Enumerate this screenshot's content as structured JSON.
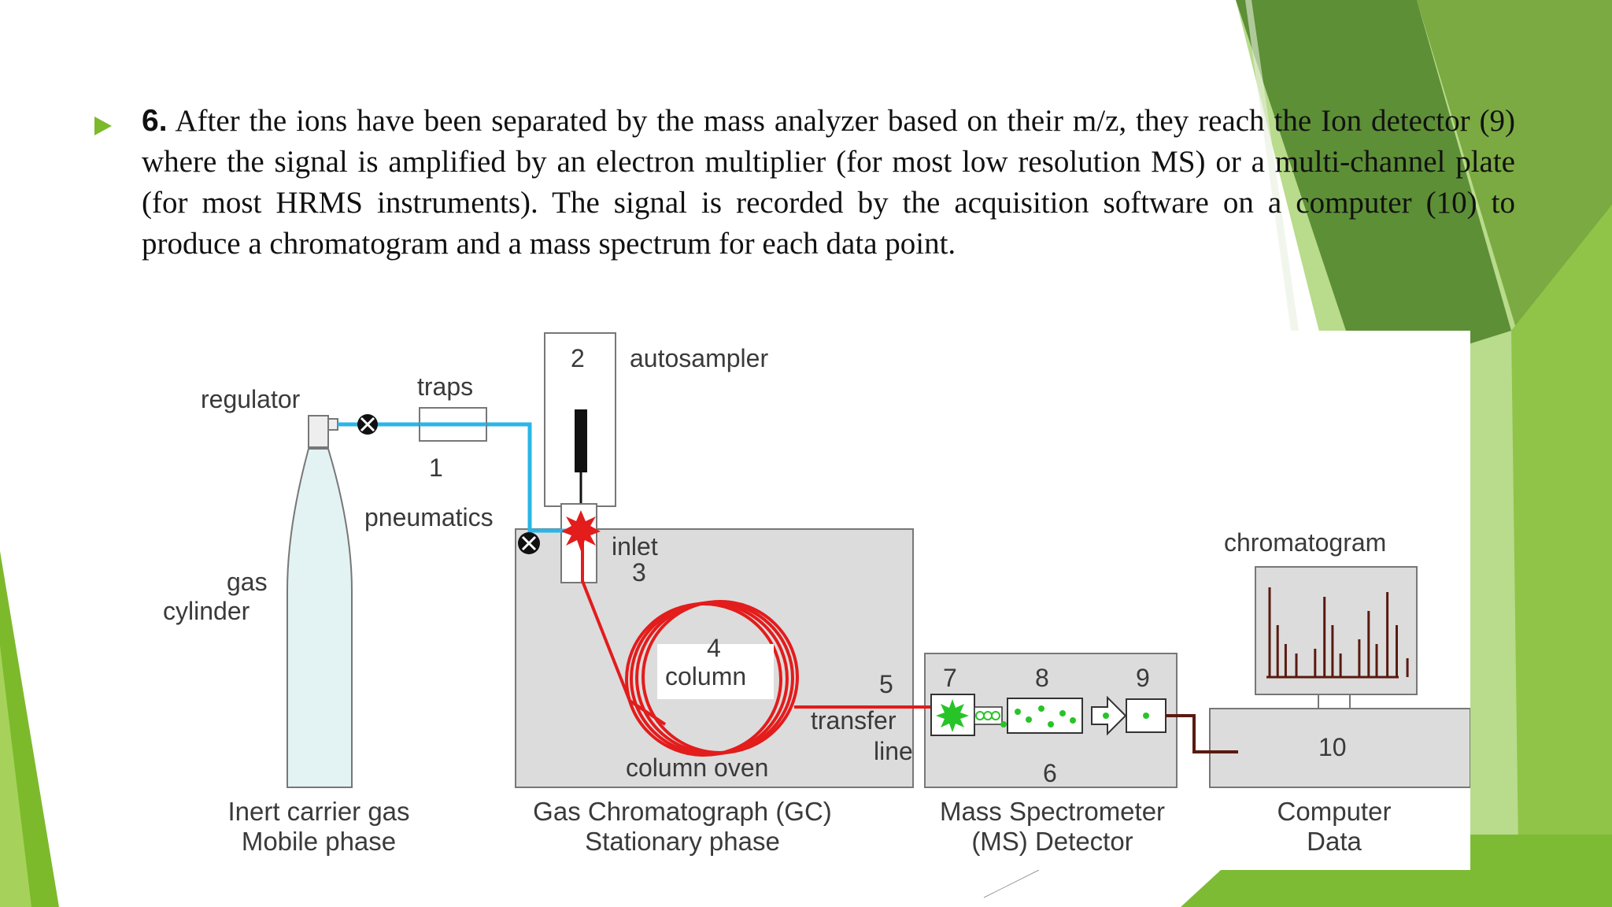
{
  "slide": {
    "bullet_number": "6.",
    "text": "After the ions have been separated by the mass analyzer based on their m/z, they reach the Ion detector (9) where the signal is amplified by an electron multiplier (for most low resolution MS) or a multi-channel plate (for most HRMS instruments). The signal is recorded by the acquisition software on a computer (10) to produce a chromatogram and a mass spectrum for each data point.",
    "accent_color": "#7cba2c"
  },
  "diagram": {
    "labels": {
      "regulator": "regulator",
      "traps": "traps",
      "num_1": "1",
      "pneumatics": "pneumatics",
      "gas": "gas",
      "cylinder": "cylinder",
      "num_2": "2",
      "autosampler": "autosampler",
      "inlet": "inlet",
      "num_3": "3",
      "num_4": "4",
      "column": "column",
      "num_5": "5",
      "transfer": "transfer",
      "line": "line",
      "column_oven": "column oven",
      "num_7": "7",
      "num_8": "8",
      "num_9": "9",
      "num_6": "6",
      "chromatogram": "chromatogram",
      "num_10": "10"
    },
    "captions": {
      "carrier_line1": "Inert carrier gas",
      "carrier_line2": "Mobile phase",
      "gc_line1": "Gas Chromatograph (GC)",
      "gc_line2": "Stationary phase",
      "ms_line1": "Mass Spectrometer",
      "ms_line2": "(MS) Detector",
      "pc_line1": "Computer",
      "pc_line2": "Data"
    },
    "colors": {
      "gas_line": "#29b6e6",
      "column_line": "#e31c1c",
      "signal_line": "#5a1a10",
      "ions": "#27c427",
      "oven_fill": "#dcdcdc"
    },
    "chromatogram_peaks": [
      0.95,
      0.55,
      0.35,
      0.25,
      0.3,
      0.85,
      0.55,
      0.25,
      0.4,
      0.7,
      0.35,
      0.9,
      0.55,
      0.2
    ]
  }
}
